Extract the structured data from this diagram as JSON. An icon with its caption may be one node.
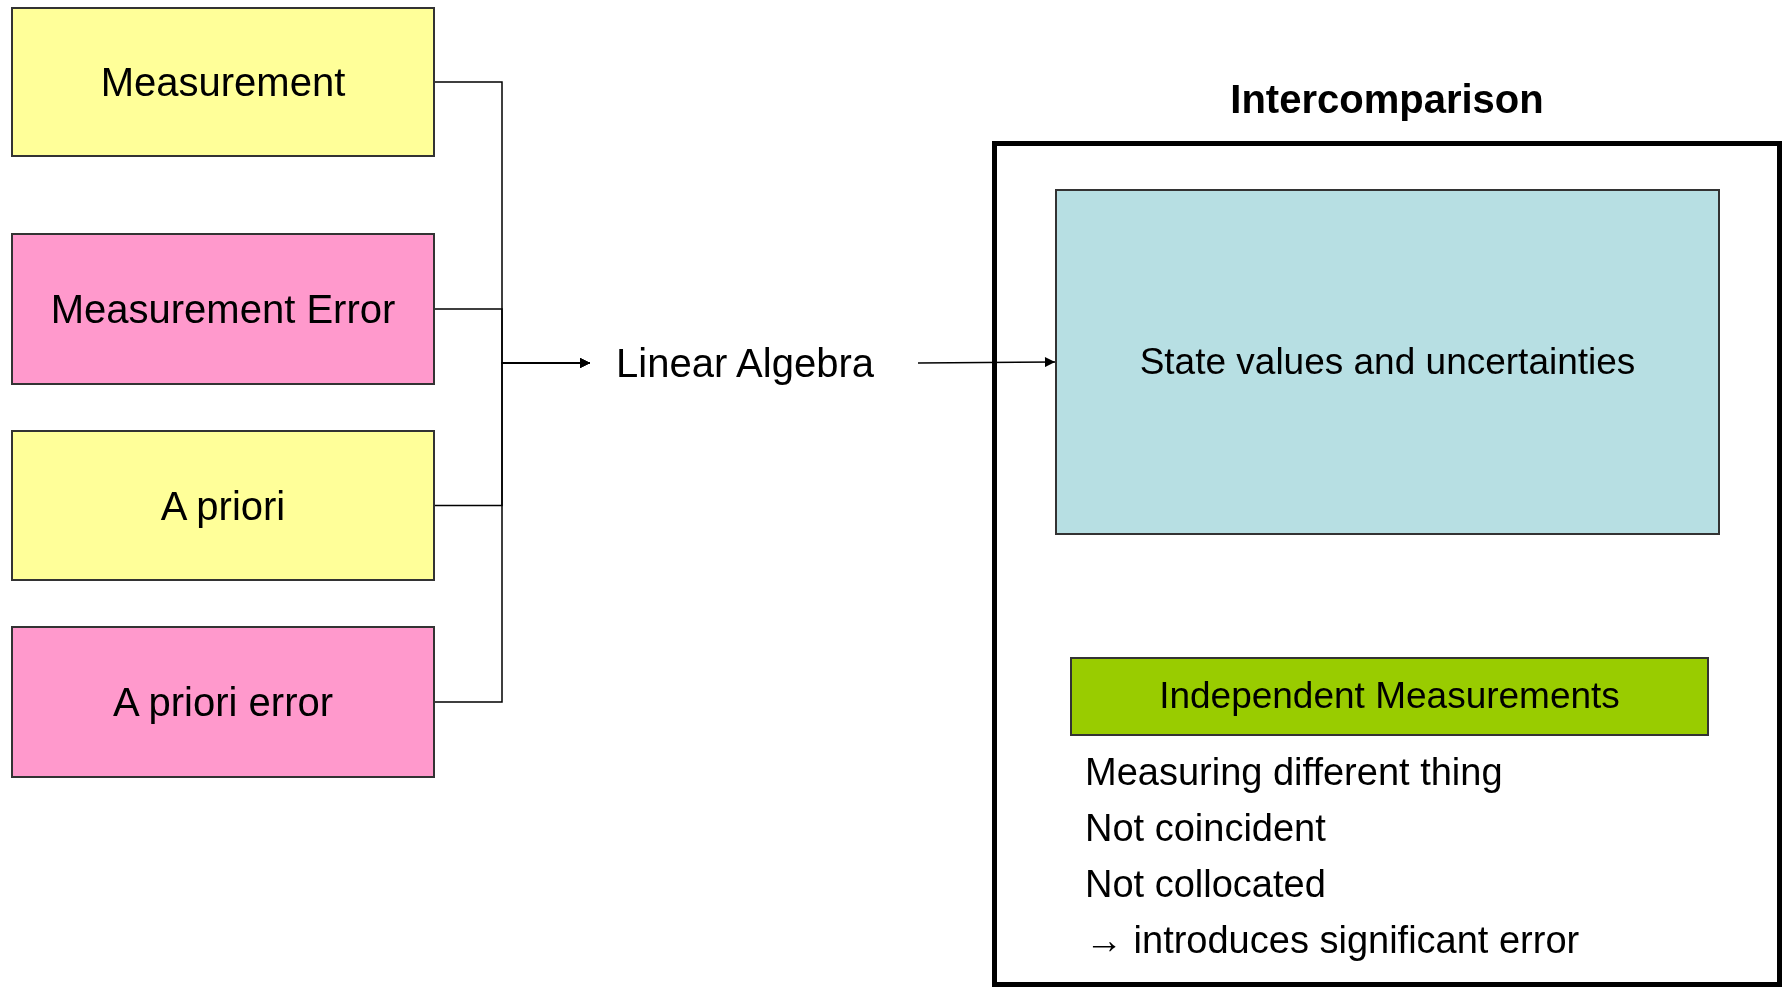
{
  "diagram": {
    "nodes": [
      {
        "text": [
          "Measurement"
        ]
      },
      {
        "text": [
          "Measurement Error"
        ]
      },
      {
        "text": [
          "A priori"
        ]
      },
      {
        "text": [
          "A priori error"
        ]
      },
      {
        "text": [
          "Linear Algebra"
        ]
      },
      {
        "text": [
          "Intercomparison"
        ]
      },
      {
        "text": [
          "State values and uncertainties"
        ],
        "in": 5
      },
      {
        "text": [
          "Independent Measurements"
        ],
        "in": 5,
        "beside": [
          "Measuring different thing",
          "Not coincident",
          "Not collocated",
          "→ introduces significant error"
        ]
      }
    ],
    "edges": [
      {
        "from": 0,
        "to": 4,
        "arrow": "to"
      },
      {
        "from": 1,
        "to": 4,
        "arrow": "to"
      },
      {
        "from": 2,
        "to": 4,
        "arrow": "to"
      },
      {
        "from": 3,
        "to": 4,
        "arrow": "to"
      },
      {
        "from": 4,
        "to": 6,
        "arrow": "to"
      }
    ]
  }
}
